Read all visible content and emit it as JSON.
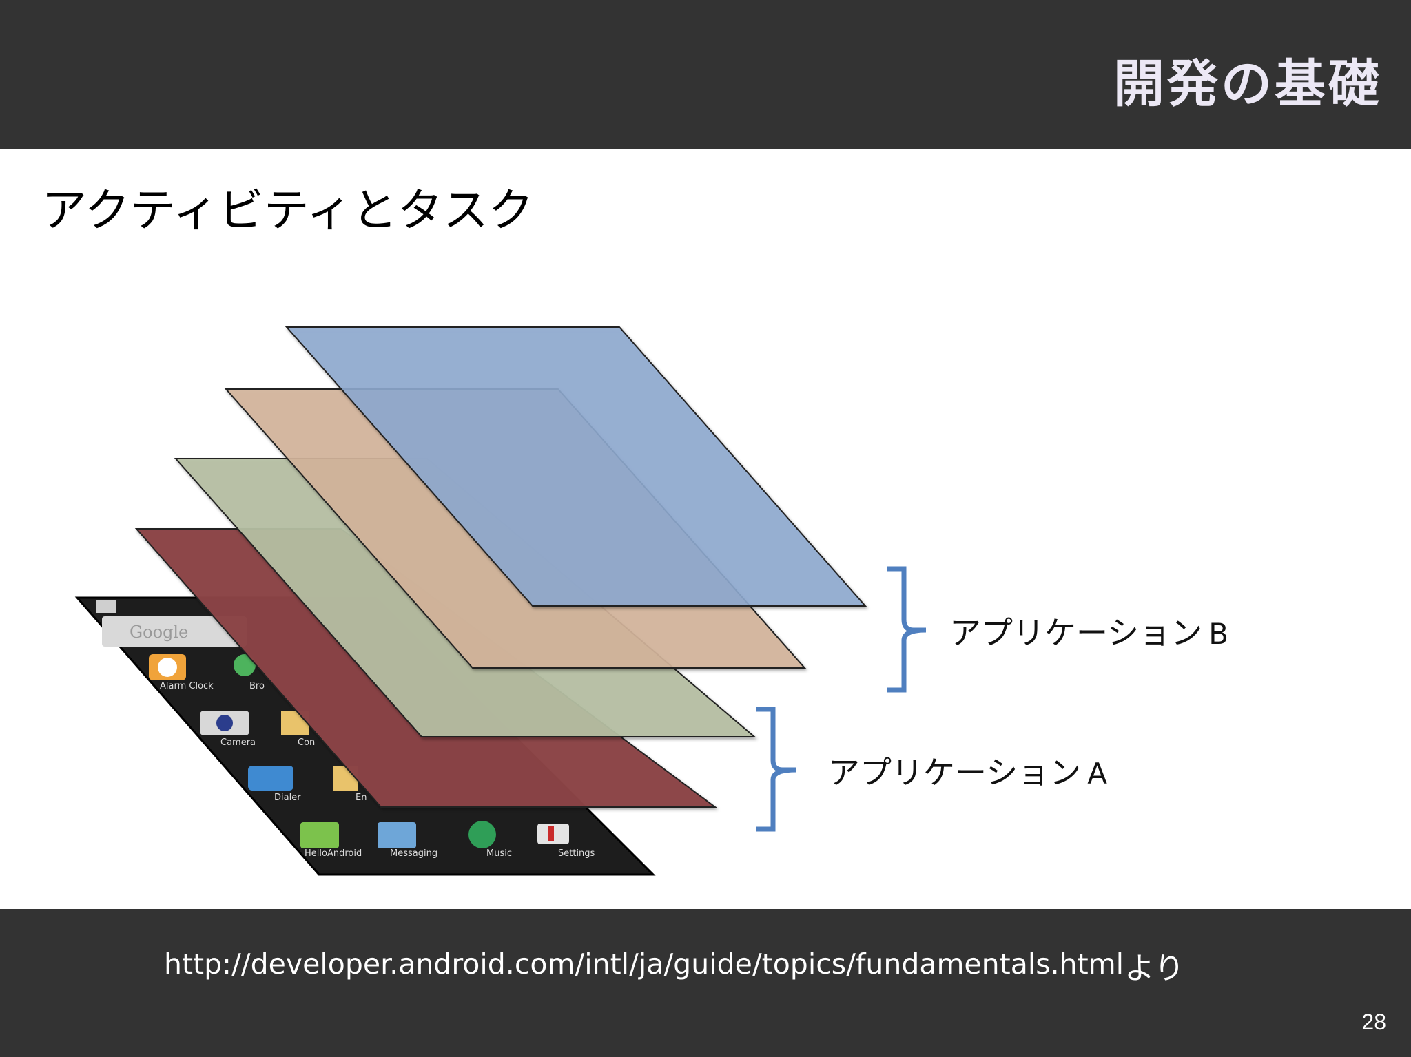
{
  "header": {
    "section_title": "開発の基礎"
  },
  "slide": {
    "heading": "アクティビティとタスク"
  },
  "diagram": {
    "layers": [
      {
        "name": "layer-blue",
        "color": "#8eaad0"
      },
      {
        "name": "layer-tan",
        "color": "#d4b59b"
      },
      {
        "name": "layer-green",
        "color": "#b6bfa4"
      },
      {
        "name": "layer-red",
        "color": "#8b4445"
      }
    ],
    "bracket_color": "#4f7fbf",
    "labels": {
      "app_b_text": "アプリケーション",
      "app_b_letter": "B",
      "app_a_text": "アプリケーション",
      "app_a_letter": "A"
    },
    "phone_screen": {
      "search_text": "Google",
      "icons": [
        "Alarm Clock",
        "Bro",
        "Camera",
        "Con",
        "Dialer",
        "En",
        "HelloAndroid",
        "Messaging",
        "Music",
        "Settings"
      ]
    }
  },
  "footer": {
    "source_url": "http://developer.android.com/intl/ja/guide/topics/fundamentals.html",
    "source_suffix": "より",
    "page_number": "28"
  }
}
